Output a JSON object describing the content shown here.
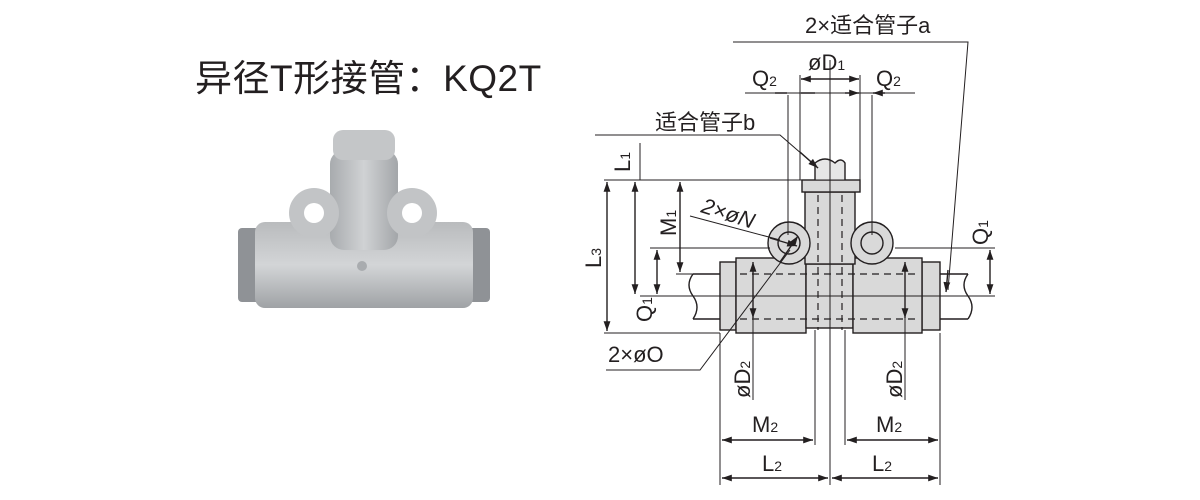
{
  "title": "异径T形接管：KQ2T",
  "labels": {
    "tube_a": "2×适合管子a",
    "tube_b": "适合管子b",
    "q2": {
      "main": "Q",
      "sub": "2"
    },
    "d1": {
      "main": "øD",
      "sub": "1"
    },
    "l1": {
      "main": "L",
      "sub": "1"
    },
    "m1": {
      "main": "M",
      "sub": "1"
    },
    "l3": {
      "main": "L",
      "sub": "3"
    },
    "q1": {
      "main": "Q",
      "sub": "1"
    },
    "n": "2×øN",
    "o": "2×øO",
    "d2": {
      "main": "øD",
      "sub": "2"
    },
    "m2": {
      "main": "M",
      "sub": "2"
    },
    "l2": {
      "main": "L",
      "sub": "2"
    }
  }
}
